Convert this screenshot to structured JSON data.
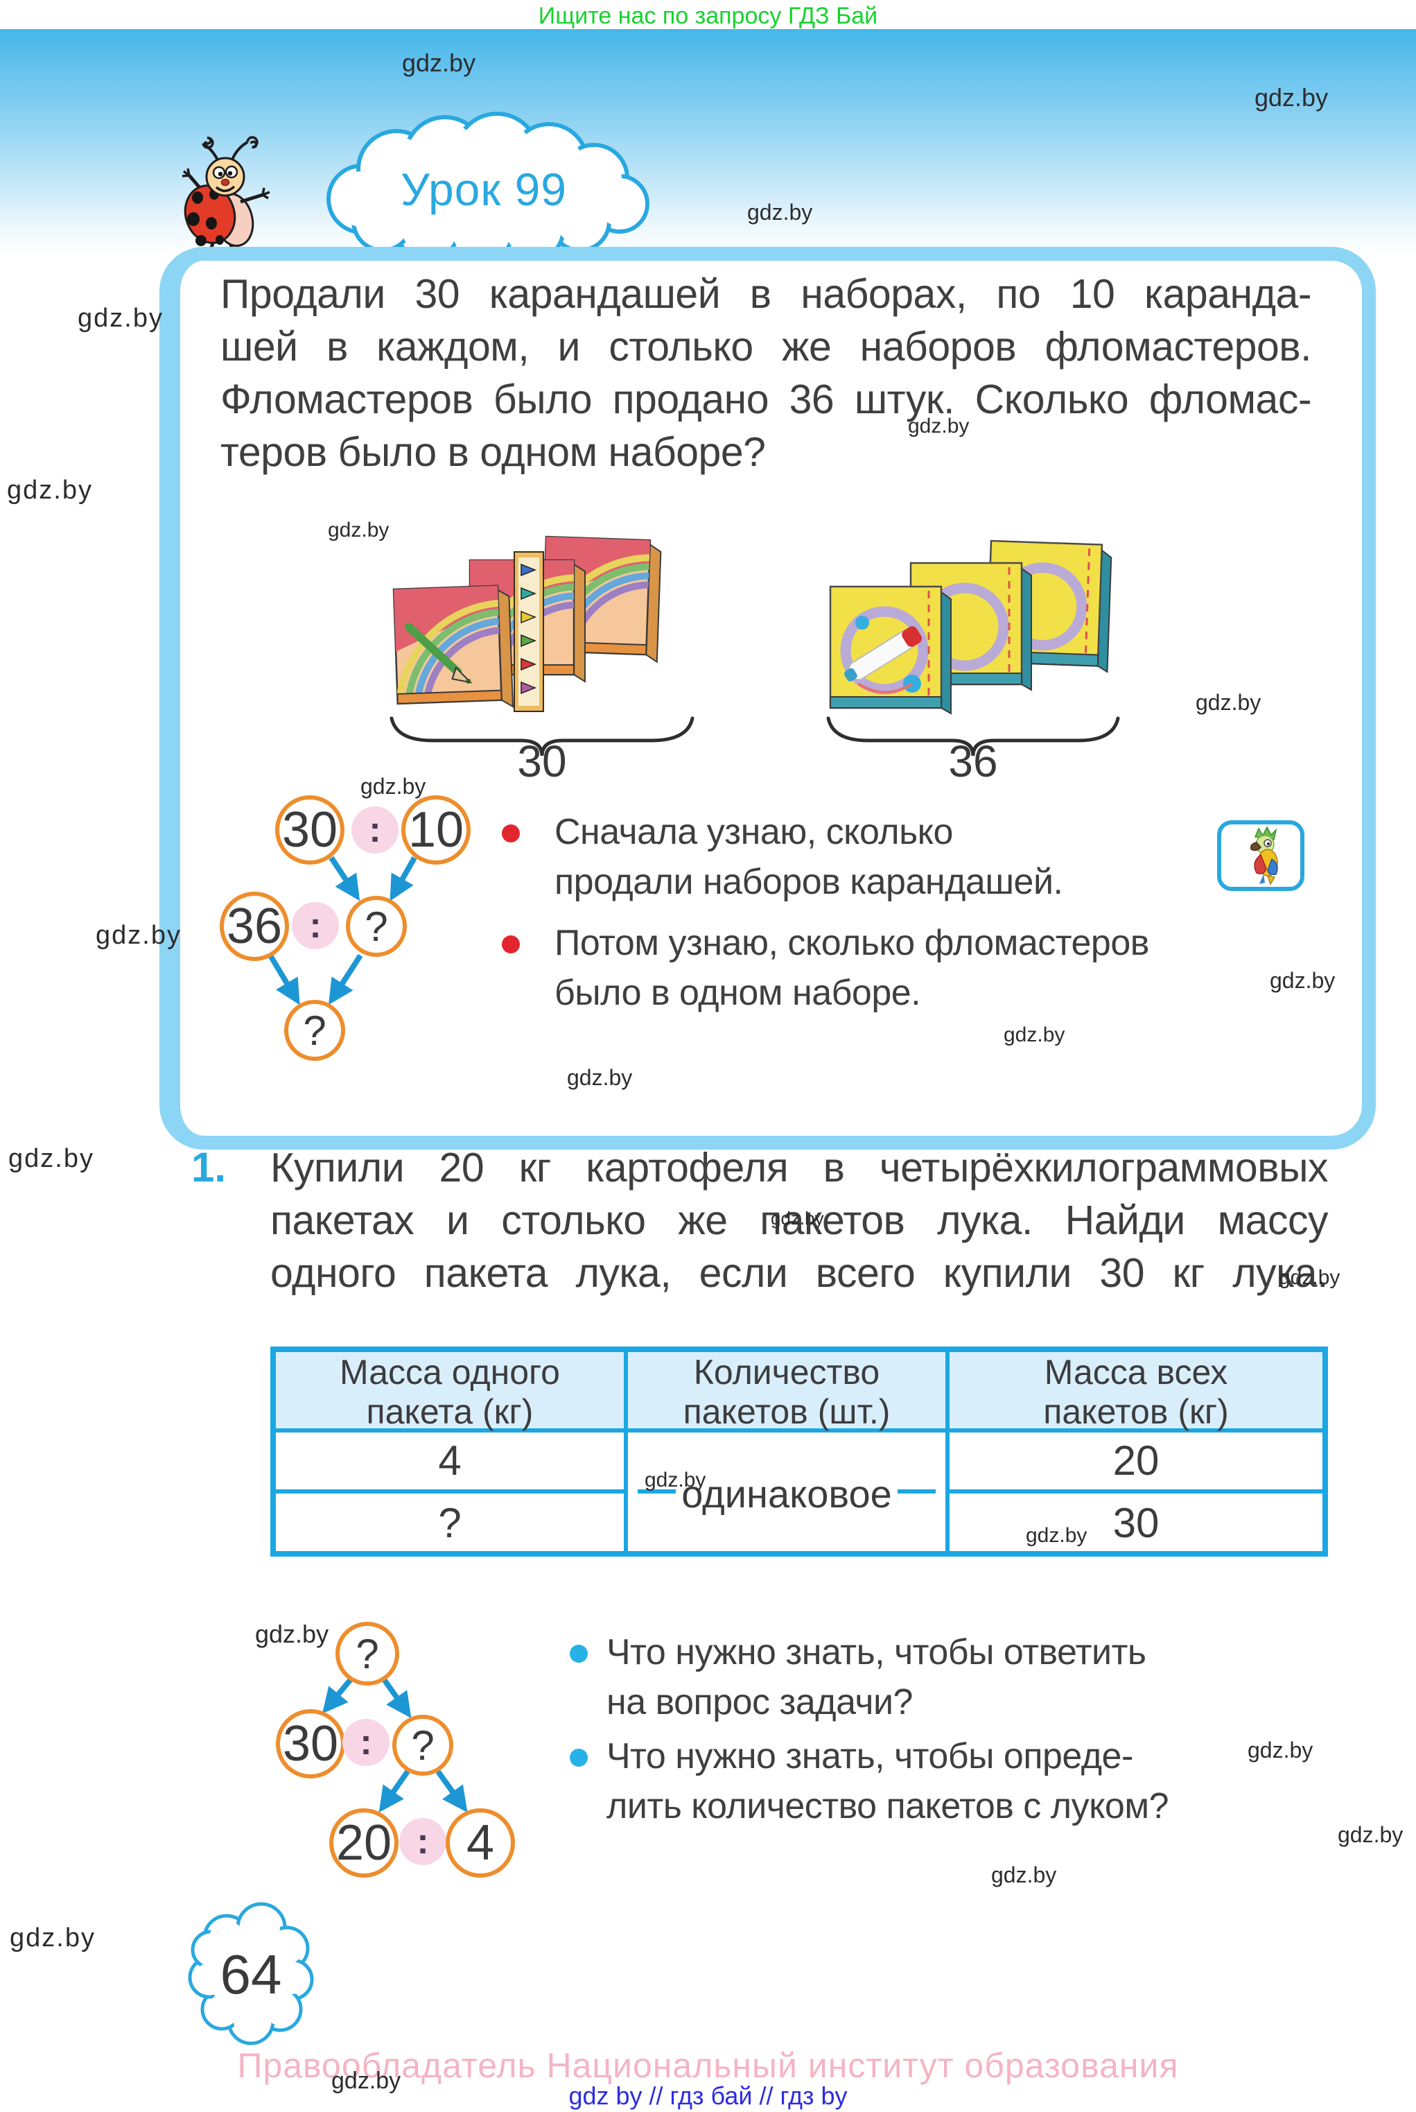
{
  "page": {
    "promo_banner": "Ищите нас по запросу ГДЗ Бай",
    "watermark": "gdz.by",
    "page_number": "64",
    "copyright": "Правообладатель Национальный институт образования",
    "footer_links": "gdz by  //  гдз бай  //  гдз by"
  },
  "lesson": {
    "title": "Урок 99"
  },
  "intro_problem": {
    "lines": [
      "Продали 30 карандашей в наборах, по 10 каранда-",
      "шей в каждом, и столько же наборов фломастеров.",
      "Фломастеров было продано 36 штук. Сколько фломас-",
      "теров было в одном наборе?"
    ],
    "pencils_total": "30",
    "markers_total": "36",
    "tree": {
      "a": "30",
      "op1": ":",
      "b": "10",
      "c": "36",
      "op2": ":",
      "d": "?",
      "result": "?"
    },
    "steps": [
      {
        "lines": [
          "Сначала узнаю, сколько",
          "продали наборов карандашей."
        ]
      },
      {
        "lines": [
          "Потом узнаю, сколько фломастеров",
          "было в одном наборе."
        ]
      }
    ]
  },
  "task1": {
    "number": "1.",
    "lines": [
      "Купили 20 кг картофеля в четырёхкилограммовых",
      "пакетах и столько же пакетов лука. Найди массу",
      "одного пакета лука, если всего купили 30 кг лука."
    ],
    "table": {
      "headers": [
        [
          "Масса одного",
          "пакета (кг)"
        ],
        [
          "Количество",
          "пакетов (шт.)"
        ],
        [
          "Масса всех",
          "пакетов (кг)"
        ]
      ],
      "rows": [
        [
          "4",
          "20"
        ],
        [
          "?",
          "30"
        ]
      ],
      "middle_note": "одинаковое"
    },
    "tree": {
      "top": "?",
      "a": "30",
      "op1": ":",
      "b": "?",
      "c": "20",
      "op2": ":",
      "d": "4"
    },
    "questions": [
      {
        "lines": [
          "Что нужно знать, чтобы ответить",
          "на вопрос задачи?"
        ]
      },
      {
        "lines": [
          "Что нужно знать, чтобы опреде-",
          "лить количество пакетов с луком?"
        ]
      }
    ]
  }
}
